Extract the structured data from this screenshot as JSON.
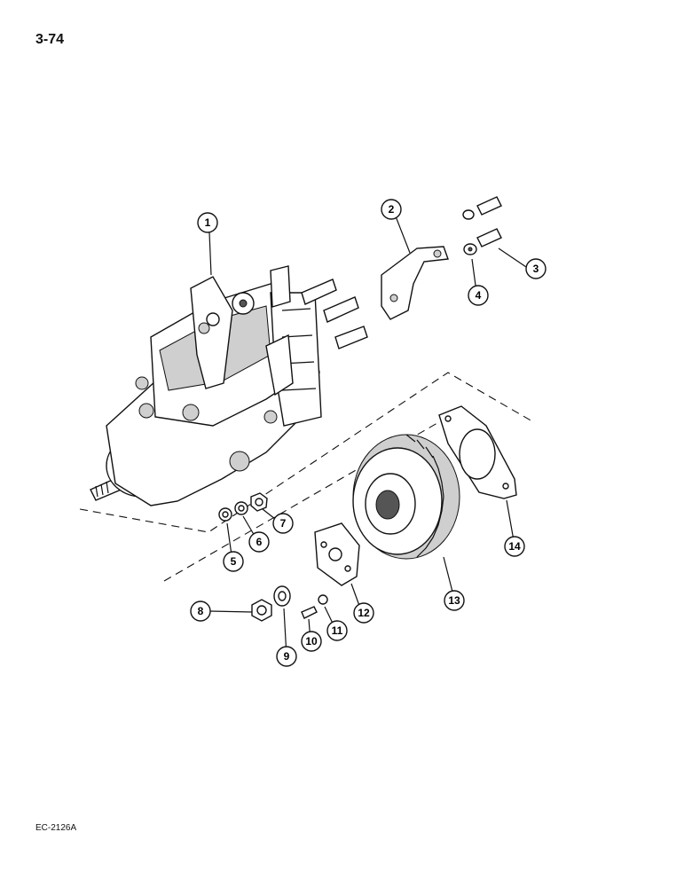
{
  "page_number": "3-74",
  "figure_code": "EC-2126A",
  "callouts": [
    "1",
    "2",
    "3",
    "4",
    "5",
    "6",
    "7",
    "8",
    "9",
    "10",
    "11",
    "12",
    "13",
    "14"
  ]
}
